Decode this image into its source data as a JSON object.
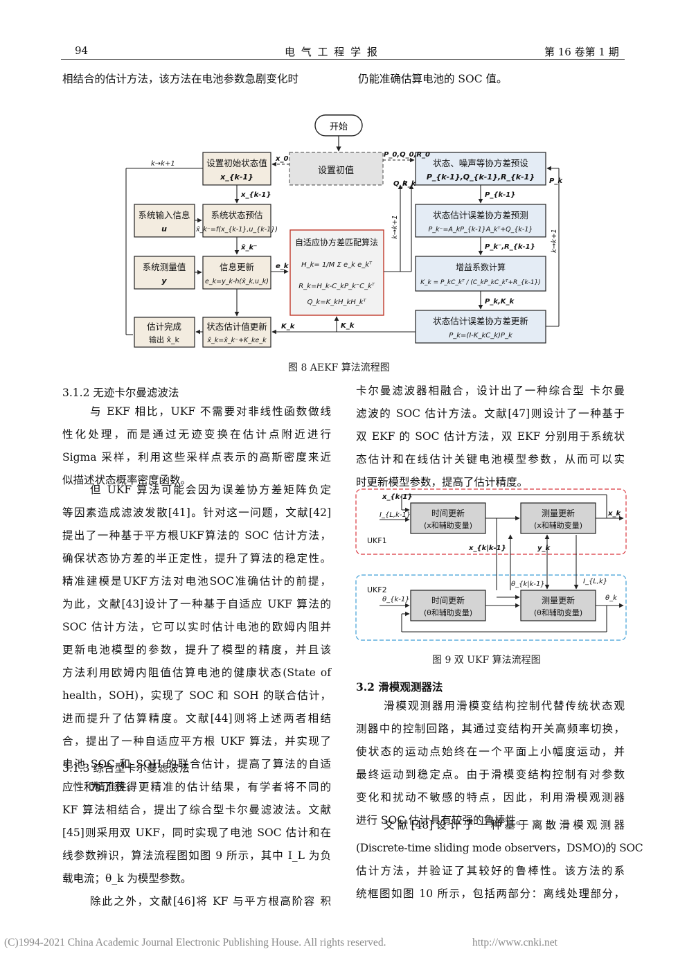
{
  "header": {
    "page_number": "94",
    "journal": "电 气 工 程 学 报",
    "issue": "第 16 卷第 1 期"
  },
  "top": {
    "left_line": "相结合的估计方法，该方法在电池参数急剧变化时",
    "right_line": "仍能准确估算电池的 SOC 值。"
  },
  "fig8": {
    "caption": "图 8 AEKF 算法流程图",
    "start": "开始",
    "init_state": [
      "设置初始状态值",
      "x_{k-1}"
    ],
    "set_init": "设置初值",
    "noise_preset": [
      "状态、噪声等协方差预设",
      "P_{k-1},Q_{k-1},R_{k-1}"
    ],
    "sys_input": [
      "系统输入信息",
      "u"
    ],
    "state_pred": [
      "系统状态预估",
      "x̂_k⁻=f(x_{k-1},u_{k-1})"
    ],
    "adaptive": [
      "自适应协方差匹配算法",
      "H_k= 1/M Σ e_k e_kᵀ",
      "R_k=H_k-C_kP_k⁻C_kᵀ",
      "Q_k=K_kH_kH_kᵀ"
    ],
    "err_pred": [
      "状态估计误差协方差预测",
      "P_k⁻=A_kP_{k-1}A_kᵀ+Q_{k-1}"
    ],
    "measure": [
      "系统测量值",
      "y"
    ],
    "info_update": [
      "信息更新",
      "e_k=y_k-h(x̂_k,u_k)"
    ],
    "gain": [
      "增益系数计算",
      "K_k = P_kC_kᵀ / (C_kP_kC_kᵀ+R_{k-1})"
    ],
    "output": [
      "估计完成",
      "输出 x̂_k"
    ],
    "state_update": [
      "状态估计值更新",
      "x̂_k=x̂_k⁻+K_ke_k"
    ],
    "err_update": [
      "状态估计误差协方差更新",
      "P_k=(I-K_kC_k)P_k"
    ],
    "labels": {
      "loop": "k→k+1",
      "x0": "x_0",
      "p0": "P_0,Q_0,R_0",
      "xkm1": "x_{k-1}",
      "xk_pred": "x̂_k⁻",
      "ek": "e_k",
      "Kk": "K_k",
      "Qk": "Q_k",
      "Rk": "R_k",
      "Pk": "P_k",
      "Pkm1": "P_{k-1}",
      "PkR": "P_k⁻,R_{k-1}",
      "PkK": "P_k,K_k"
    }
  },
  "sec_312": {
    "title": "3.1.2 无迹卡尔曼滤波法",
    "p1": [
      "与 EKF 相比，UKF 不需要对非线性函数做线",
      "性化处理，而是通过无迹变换在估计点附近进行",
      "Sigma 采样，利用这些采样点表示的高斯密度来近",
      "似描述状态概率密度函数。"
    ],
    "p2": [
      "但 UKF 算法可能会因为误差协方差矩阵负定",
      "等因素造成滤波发散[41]。针对这一问题，文献[42]",
      "提出了一种基于平方根UKF算法的 SOC 估计方法，",
      "确保状态协方差的半正定性，提升了算法的稳定性。",
      "精准建模是UKF方法对电池SOC准确估计的前提，",
      "为此，文献[43]设计了一种基于自适应 UKF 算法的",
      "SOC 估计方法，它可以实时估计电池的欧姆内阻并",
      "更新电池模型的参数，提升了模型的精度，并且该",
      "方法利用欧姆内阻值估算电池的健康状态(State of",
      "health，SOH)，实现了 SOC 和 SOH 的联合估计，",
      "进而提升了估算精度。文献[44]则将上述两者相结",
      "合，提出了一种自适应平方根 UKF 算法，并实现了",
      "电池 SOC 和 SOH 的联合估计，提高了算法的自适",
      "应性和精准性。"
    ]
  },
  "sec_313": {
    "title": "3.1.3 综合型卡尔曼滤波法",
    "p1": [
      "为了获得更精准的估计结果，有学者将不同的",
      "KF 算法相结合，提出了综合型卡尔曼滤波法。文献",
      "[45]则采用双 UKF，同时实现了电池 SOC 估计和在",
      "线参数辨识，算法流程图如图 9 所示，其中 I_L 为负",
      "载电流；θ_k 为模型参数。"
    ],
    "p2_first": "除此之外，文献[46]将 KF 与平方根高阶容 积"
  },
  "right_col": {
    "p1": [
      "卡尔曼滤波器相融合，设计出了一种综合型 卡尔曼",
      "滤波的 SOC 估计方法。文献[47]则设计了一种基于",
      "双 EKF 的 SOC 估计方法，双 EKF 分别用于系统状",
      "态估计和在线估计关键电池模型参数，从而可以实",
      "时更新模型参数，提高了估计精度。"
    ]
  },
  "fig9": {
    "caption": "图 9 双 UKF 算法流程图",
    "ukf1": "UKF1",
    "ukf2": "UKF2",
    "time_update_x": [
      "时间更新",
      "(x和辅助变量)"
    ],
    "meas_update_x": [
      "测量更新",
      "(x和辅助变量)"
    ],
    "time_update_t": [
      "时间更新",
      "(θ和辅助变量)"
    ],
    "meas_update_t": [
      "测量更新",
      "(θ和辅助变量)"
    ],
    "labels": {
      "xkm1": "x_{k-1}",
      "ILkm1": "I_{L,k-1}",
      "xk": "x_k",
      "xkk1": "x_{k|k-1}",
      "yk": "y_k",
      "tkk1": "θ_{k|k-1}",
      "ILk": "I_{L,k}",
      "tkm1": "θ_{k-1}",
      "tk": "θ_k"
    }
  },
  "sec_32": {
    "title": "3.2 滑模观测器法",
    "p1": [
      "滑模观测器用滑模变结构控制代替传统状态观",
      "测器中的控制回路，其通过变结构开关高频率切换，",
      "使状态的运动点始终在一个平面上小幅度运动，并",
      "最终运动到稳定点。由于滑模变结构控制有对参数",
      "变化和扰动不敏感的特点，因此，利用滑模观测器",
      "进行 SOC 估计具有较强的鲁棒性。"
    ],
    "p2": [
      "文献[48]设计了一种基于离散滑模观测器",
      "(Discrete-time sliding mode observers，DSMO)的 SOC",
      "估计方法，并验证了其较好的鲁棒性。该方法的系",
      "统框图如图 10 所示，包括两部分：离线处理部分，"
    ]
  },
  "footer": {
    "copyright": "(C)1994-2021 China Academic Journal Electronic Publishing House. All rights reserved.",
    "url": "http://www.cnki.net"
  }
}
